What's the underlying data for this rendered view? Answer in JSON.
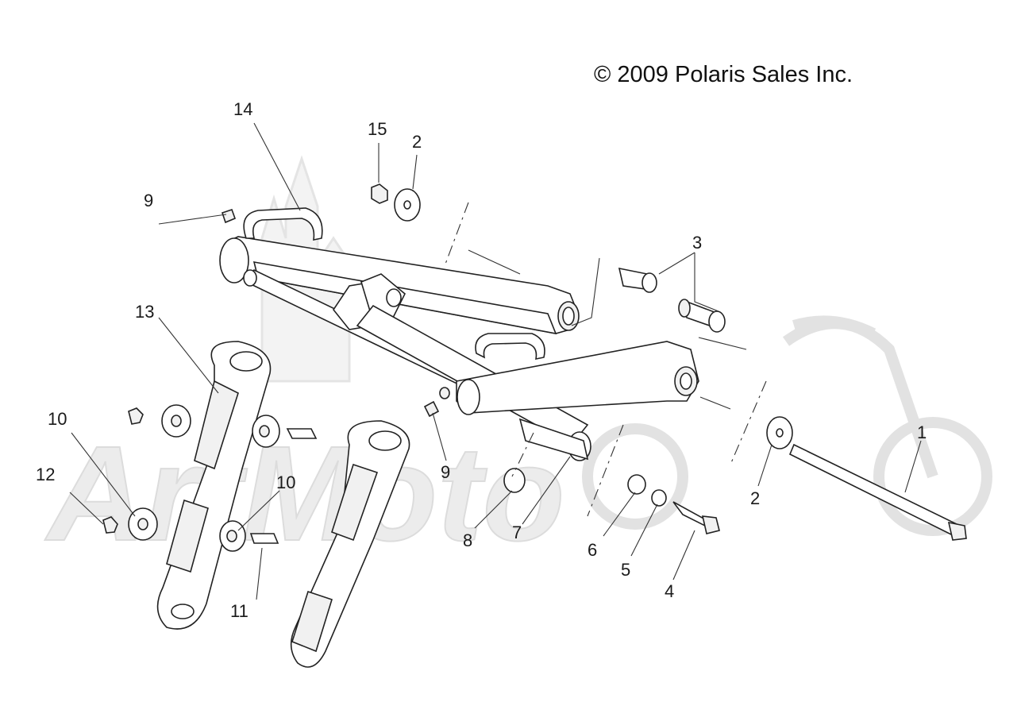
{
  "copyright": "© 2009 Polaris Sales Inc.",
  "watermark": "ArtMoto",
  "callouts": [
    {
      "id": "c14",
      "text": "14"
    },
    {
      "id": "c15",
      "text": "15"
    },
    {
      "id": "c2a",
      "text": "2"
    },
    {
      "id": "c3",
      "text": "3"
    },
    {
      "id": "c9a",
      "text": "9"
    },
    {
      "id": "c13",
      "text": "13"
    },
    {
      "id": "c10a",
      "text": "10"
    },
    {
      "id": "c12",
      "text": "12"
    },
    {
      "id": "c10b",
      "text": "10"
    },
    {
      "id": "c11",
      "text": "11"
    },
    {
      "id": "c9b",
      "text": "9"
    },
    {
      "id": "c8",
      "text": "8"
    },
    {
      "id": "c7",
      "text": "7"
    },
    {
      "id": "c6",
      "text": "6"
    },
    {
      "id": "c5",
      "text": "5"
    },
    {
      "id": "c4",
      "text": "4"
    },
    {
      "id": "c2b",
      "text": "2"
    },
    {
      "id": "c1",
      "text": "1"
    }
  ]
}
